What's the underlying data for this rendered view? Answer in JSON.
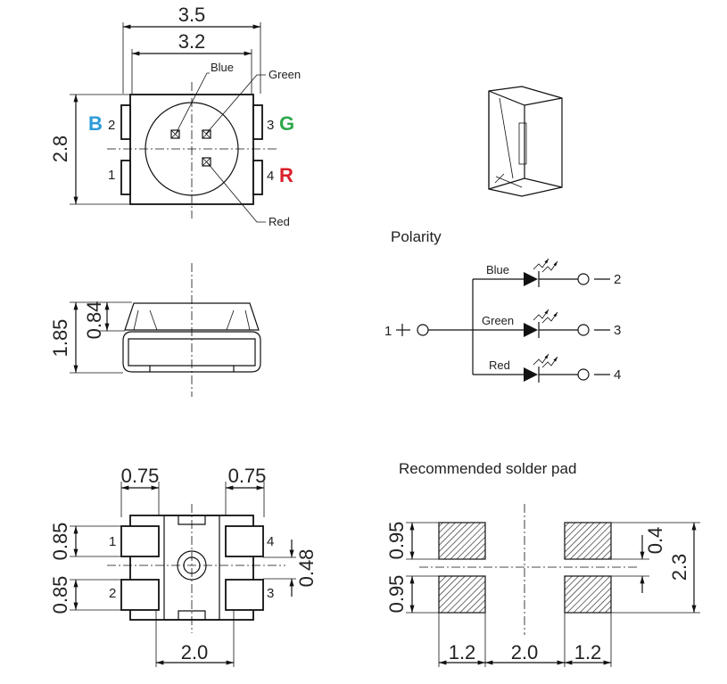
{
  "top_view": {
    "dim_width_outer": "3.5",
    "dim_width_inner": "3.2",
    "dim_height": "2.8",
    "label_blue": "Blue",
    "label_green": "Green",
    "label_red": "Red",
    "pin_b_letter": "B",
    "pin_g_letter": "G",
    "pin_r_letter": "R",
    "pin1": "1",
    "pin2": "2",
    "pin3": "3",
    "pin4": "4"
  },
  "side_view": {
    "dim_total_height": "1.85",
    "dim_body_height": "0.84"
  },
  "polarity": {
    "title": "Polarity",
    "common_pin": "1",
    "blue_label": "Blue",
    "green_label": "Green",
    "red_label": "Red",
    "blue_pin": "2",
    "green_pin": "3",
    "red_pin": "4"
  },
  "bottom_view": {
    "dim_pad_left": "0.75",
    "dim_pad_right": "0.75",
    "dim_pad_h_top": "0.85",
    "dim_pad_h_bottom": "0.85",
    "dim_gap": "0.48",
    "dim_center_width": "2.0",
    "pin1": "1",
    "pin2": "2",
    "pin3": "3",
    "pin4": "4"
  },
  "solder_pad": {
    "title": "Recommended solder pad",
    "dim_pad_height_top": "0.95",
    "dim_pad_height_bottom": "0.95",
    "dim_gap": "0.4",
    "dim_total_height": "2.3",
    "dim_pad_width_left": "1.2",
    "dim_center": "2.0",
    "dim_pad_width_right": "1.2"
  },
  "colors": {
    "blue": "#2b9bd8",
    "green": "#2ea84a",
    "red": "#d8202a"
  }
}
